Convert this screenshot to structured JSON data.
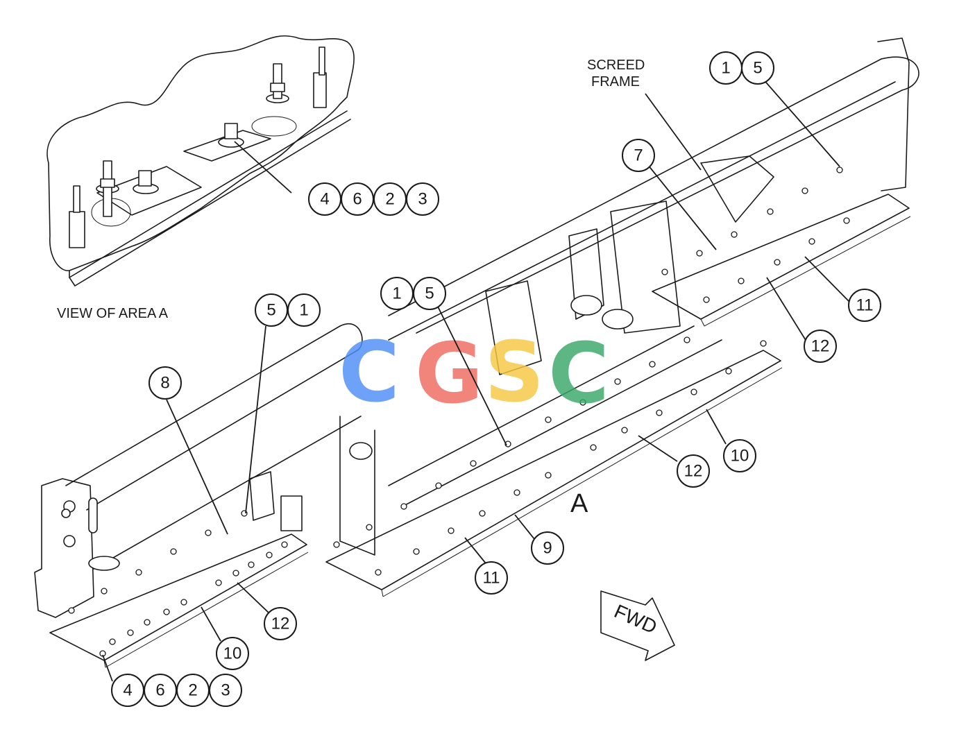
{
  "labels": {
    "view_of_area": "VIEW OF AREA A",
    "screed_line1": "SCREED",
    "screed_line2": "FRAME",
    "area_marker": "A",
    "fwd_arrow": "FWD"
  },
  "callouts": {
    "c1": "1",
    "c2": "5",
    "c3": "4",
    "c4": "6",
    "c5": "2",
    "c6": "3",
    "c7": "7",
    "c8": "1",
    "c9": "5",
    "c10": "11",
    "c11": "12",
    "c12": "5",
    "c13": "1",
    "c14": "8",
    "c15": "10",
    "c16": "12",
    "c17": "9",
    "c18": "11",
    "c19": "12",
    "c20": "10",
    "c21": "4",
    "c22": "6",
    "c23": "2",
    "c24": "3"
  },
  "watermark": {
    "letters": [
      "C",
      "G",
      "S",
      "C"
    ],
    "colors": [
      "#4f8ef7",
      "#f06b5f",
      "#f7c843",
      "#3aa86b"
    ]
  }
}
